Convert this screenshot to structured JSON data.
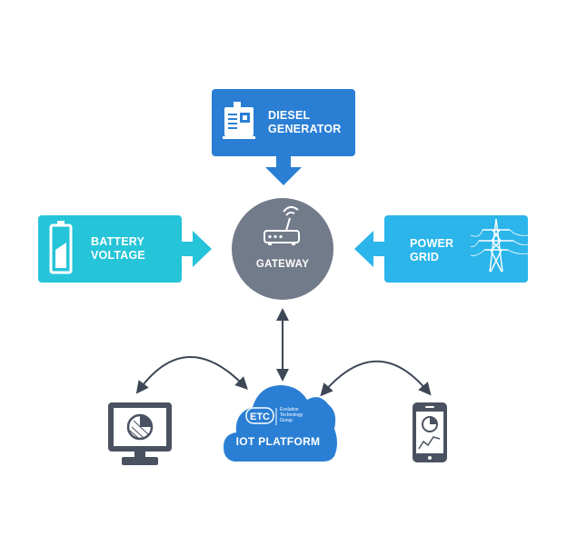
{
  "nodes": {
    "diesel": {
      "line1": "DIESEL",
      "line2": "GENERATOR"
    },
    "battery": {
      "line1": "BATTERY",
      "line2": "VOLTAGE"
    },
    "grid": {
      "line1": "POWER",
      "line2": "GRID"
    },
    "gateway": {
      "label": "GATEWAY"
    },
    "iot": {
      "label": "IOT PLATFORM",
      "logo_text": "ETC",
      "org_line1": "Evolution",
      "org_line2": "Technology",
      "org_line3": "Group"
    }
  },
  "colors": {
    "diesel": "#2a7fd4",
    "battery": "#25c4d8",
    "grid": "#2bb5ea",
    "gateway": "#727b8a",
    "cloud": "#2a7fd4",
    "device": "#4a5261",
    "arrow": "#3e4756"
  },
  "icons": [
    "generator-icon",
    "battery-icon",
    "power-tower-icon",
    "router-icon",
    "monitor-icon",
    "smartphone-icon",
    "cloud-icon"
  ]
}
